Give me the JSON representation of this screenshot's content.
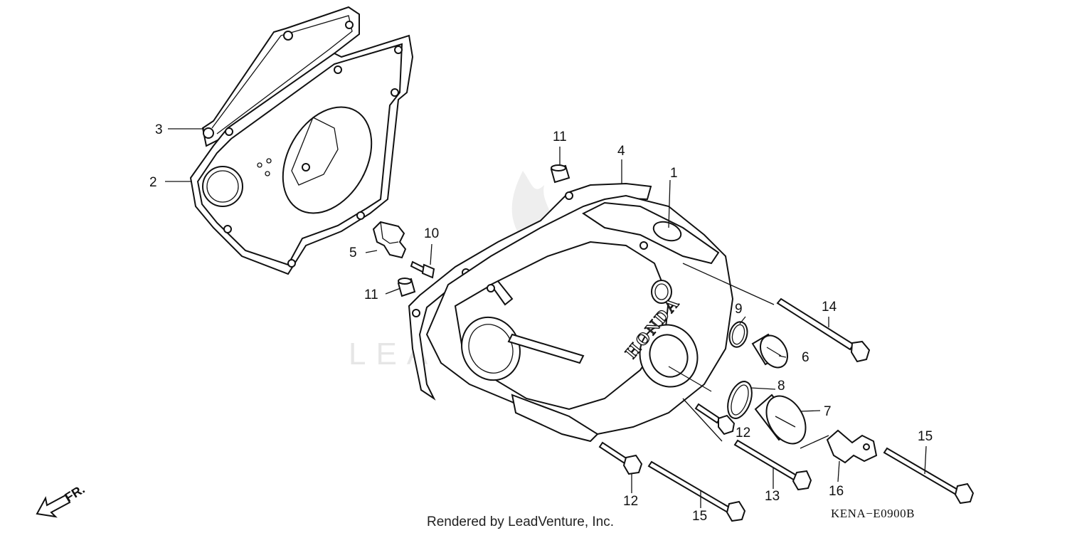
{
  "diagram": {
    "drawing_code": "KENA−E0900B",
    "credit": "Rendered by LeadVenture, Inc.",
    "watermark": "LEADVENTURE",
    "direction_label": "FR.",
    "cover_logo": "HONDA",
    "callouts": [
      {
        "id": "c1",
        "label": "1"
      },
      {
        "id": "c2",
        "label": "2"
      },
      {
        "id": "c3",
        "label": "3"
      },
      {
        "id": "c4",
        "label": "4"
      },
      {
        "id": "c5",
        "label": "5"
      },
      {
        "id": "c6",
        "label": "6"
      },
      {
        "id": "c7",
        "label": "7"
      },
      {
        "id": "c8",
        "label": "8"
      },
      {
        "id": "c9",
        "label": "9"
      },
      {
        "id": "c10",
        "label": "10"
      },
      {
        "id": "c11a",
        "label": "11"
      },
      {
        "id": "c11b",
        "label": "11"
      },
      {
        "id": "c12a",
        "label": "12"
      },
      {
        "id": "c12b",
        "label": "12"
      },
      {
        "id": "c13",
        "label": "13"
      },
      {
        "id": "c14",
        "label": "14"
      },
      {
        "id": "c15a",
        "label": "15"
      },
      {
        "id": "c15b",
        "label": "15"
      },
      {
        "id": "c16",
        "label": "16"
      }
    ]
  }
}
